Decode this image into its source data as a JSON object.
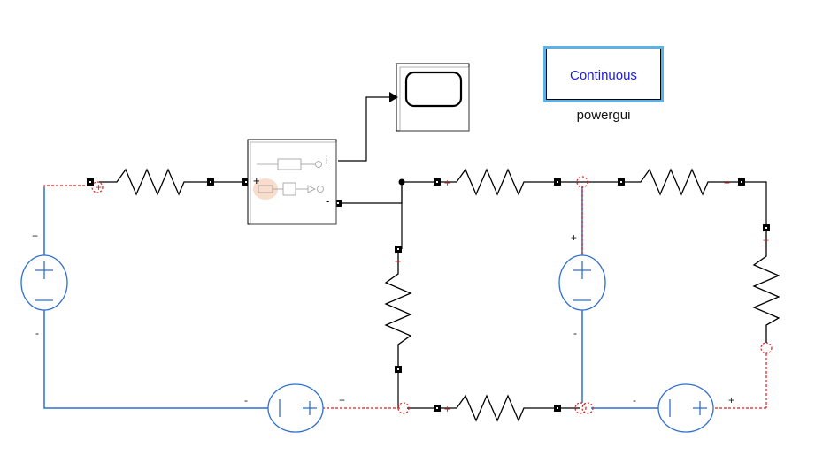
{
  "powergui": {
    "mode_label": "Continuous",
    "block_name": "powergui"
  },
  "current_measurement": {
    "port_plus": "+",
    "port_minus": "-",
    "port_i": "i"
  },
  "voltage_sources": {
    "left_top_sign": "+",
    "left_bottom_sign": "-",
    "bottom_left_minus": "-",
    "bottom_left_plus": "+",
    "middle_top_sign": "+",
    "middle_bottom_sign": "-",
    "bottom_right_minus": "-",
    "bottom_right_plus": "+"
  },
  "colors": {
    "wire": "#000000",
    "source_wire": "#2f6fcf",
    "unconnected": "#e01e1e",
    "powergui_border": "#5ab2e6",
    "powergui_text": "#1a1ae6"
  }
}
